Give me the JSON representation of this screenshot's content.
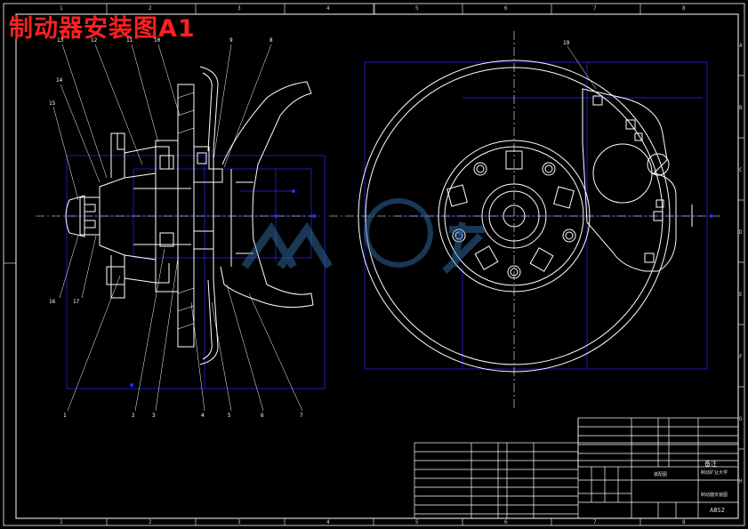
{
  "title": "制动器安装图A1",
  "zone_cols": [
    "1",
    "2",
    "3",
    "4",
    "5",
    "6",
    "7",
    "8"
  ],
  "zone_rows": [
    "A",
    "B",
    "C",
    "D",
    "E",
    "F",
    "G",
    "H"
  ],
  "leader_labels": {
    "top": [
      "13",
      "12",
      "11",
      "10",
      "9",
      "8"
    ],
    "left": [
      "14",
      "15"
    ],
    "left_bottom": [
      "16",
      "17"
    ],
    "bottom": [
      "1",
      "2",
      "3",
      "4",
      "5",
      "6",
      "7"
    ],
    "right_view": "19"
  },
  "title_block": {
    "university": "制动矿业大学",
    "drawing_name": "制动器安装图",
    "drawing_no": "ABS2",
    "assembly": "装配图",
    "remark": "备注"
  },
  "colors": {
    "background": "#000000",
    "title": "#ff2020",
    "outline": "#ffffff",
    "construction": "#2020ff",
    "watermark": "#3a7ab8"
  }
}
